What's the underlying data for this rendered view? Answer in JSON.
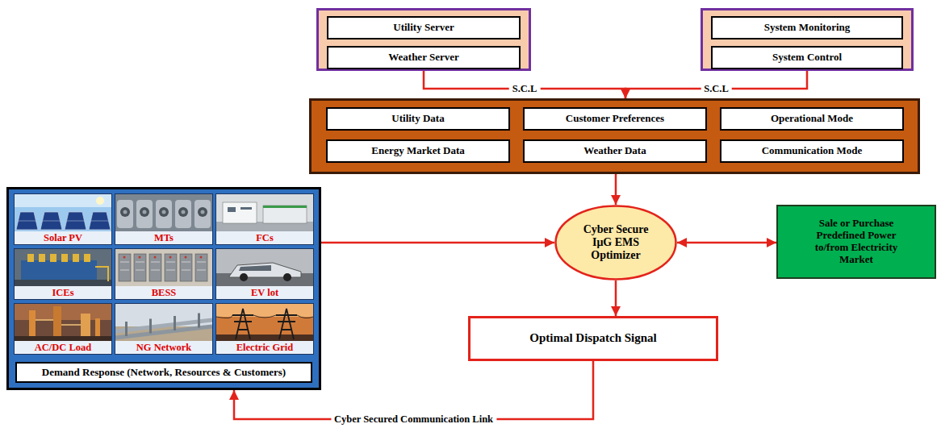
{
  "diagram": {
    "nodes": [
      {
        "text": []
      },
      {
        "text": [
          "Utility Server"
        ],
        "in": 0
      },
      {
        "text": [
          "Weather Server"
        ],
        "in": 0
      },
      {
        "text": []
      },
      {
        "text": [
          "System Monitoring"
        ],
        "in": 3
      },
      {
        "text": [
          "System Control"
        ],
        "in": 3
      },
      {
        "text": []
      },
      {
        "text": [
          "Utility Data"
        ],
        "in": 6
      },
      {
        "text": [
          "Customer Preferences"
        ],
        "in": 6
      },
      {
        "text": [
          "Operational Mode"
        ],
        "in": 6
      },
      {
        "text": [
          "Energy Market Data"
        ],
        "in": 6
      },
      {
        "text": [
          "Weather Data"
        ],
        "in": 6
      },
      {
        "text": [
          "Communication Mode"
        ],
        "in": 6
      },
      {
        "text": []
      },
      {
        "text": [
          "Solar PV"
        ],
        "in": 13
      },
      {
        "text": [
          "MTs"
        ],
        "in": 13
      },
      {
        "text": [
          "FCs"
        ],
        "in": 13
      },
      {
        "text": [
          "ICEs"
        ],
        "in": 13
      },
      {
        "text": [
          "BESS"
        ],
        "in": 13
      },
      {
        "text": [
          "EV lot"
        ],
        "in": 13
      },
      {
        "text": [
          "AC/DC Load"
        ],
        "in": 13
      },
      {
        "text": [
          "NG Network"
        ],
        "in": 13
      },
      {
        "text": [
          "Electric Grid"
        ],
        "in": 13
      },
      {
        "text": [
          "Demand Response (Network, Resources & Customers)"
        ],
        "in": 13
      },
      {
        "text": [
          "Cyber Secure IμG EMS Optimizer"
        ]
      },
      {
        "text": [
          "Sale or Purchase Predefined Power to/from Electricity Market"
        ]
      },
      {
        "text": [
          "Optimal Dispatch Signal"
        ]
      }
    ],
    "edges": [
      {
        "from": 0,
        "to": 6,
        "arrow": "to",
        "label": "S.C.L"
      },
      {
        "from": 3,
        "to": 6,
        "arrow": "to",
        "label": "S.C.L"
      },
      {
        "from": 6,
        "to": 24,
        "arrow": "to"
      },
      {
        "from": 13,
        "to": 24,
        "arrow": "to"
      },
      {
        "from": 24,
        "to": 25,
        "arrow": "both"
      },
      {
        "from": 24,
        "to": 26,
        "arrow": "to"
      },
      {
        "from": 26,
        "to": 13,
        "arrow": "to",
        "label": "Cyber Secured Communication Link"
      }
    ]
  }
}
